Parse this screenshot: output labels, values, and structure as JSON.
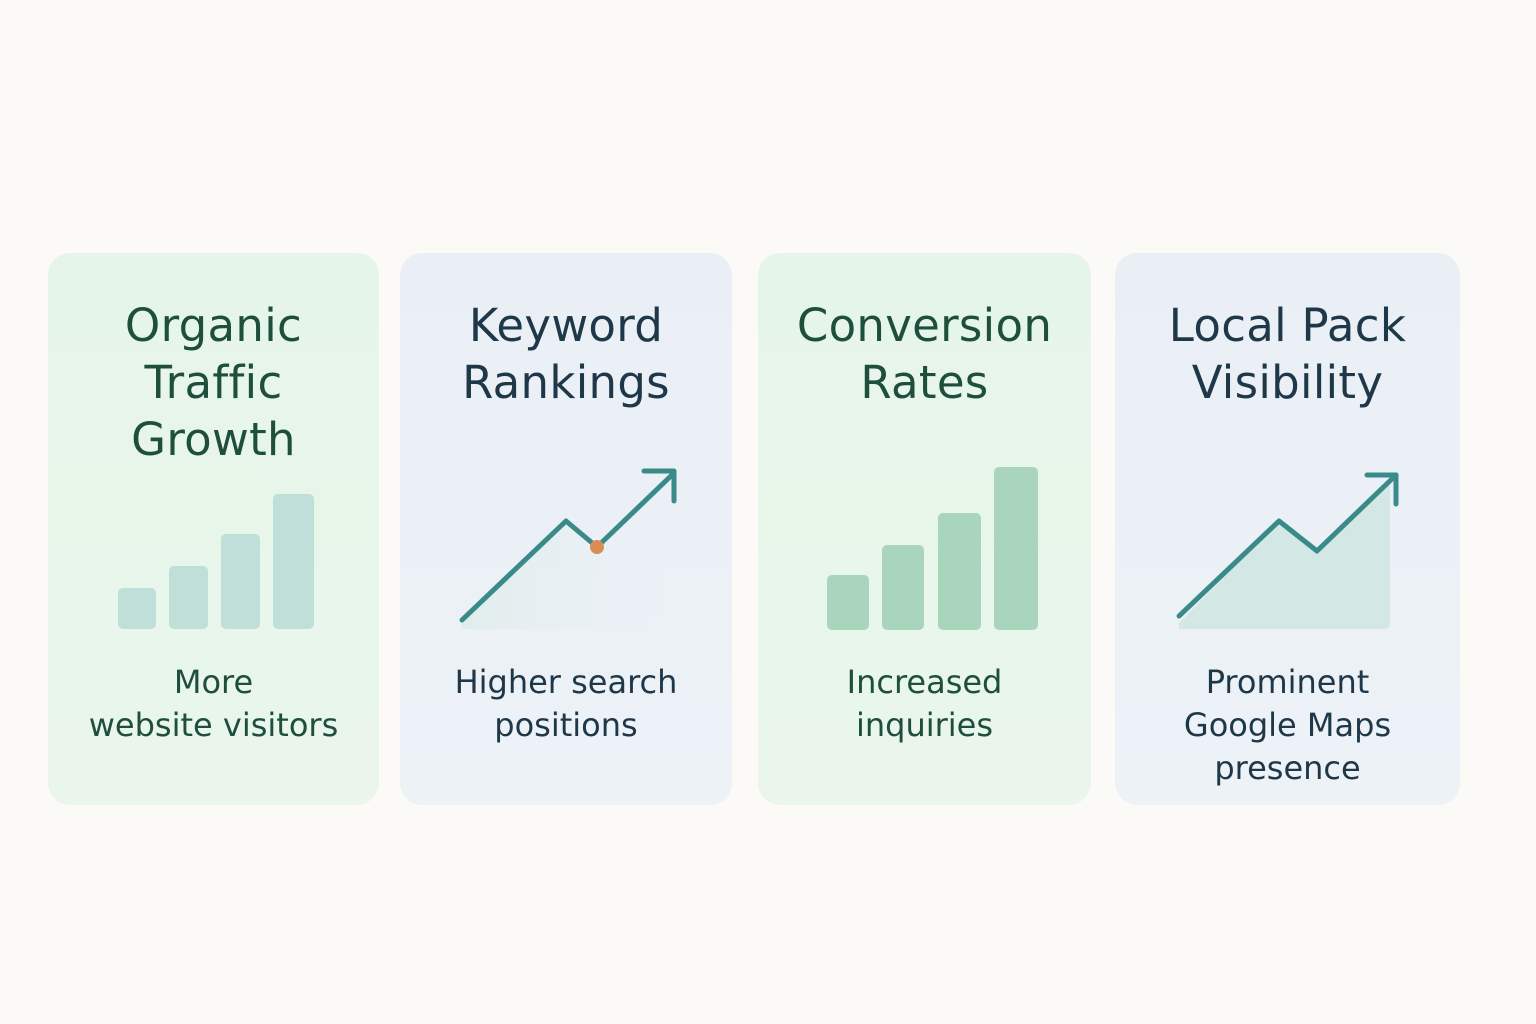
{
  "colors": {
    "page_bg": "#fcfaf6",
    "card_green_bg": "#e6f5e9",
    "card_blue_bg": "#e9eff5",
    "title_green": "#1e4f3d",
    "title_blue": "#1f3849",
    "line_teal": "#3a8a8a",
    "accent_orange": "#d98c54",
    "bar_teal_light": "#c2e0dc",
    "bar_green": "#a8d6bc",
    "area_fill": "#d3e9e6"
  },
  "cards": [
    {
      "title": "Organic\nTraffic\nGrowth",
      "subtitle": "More\nwebsite visitors",
      "icon": "bar-chart-icon",
      "bar_levels": [
        0.3,
        0.47,
        0.7,
        1.0
      ]
    },
    {
      "title": "Keyword\nRankings",
      "subtitle": "Higher search\npositions",
      "icon": "trend-arrow-icon"
    },
    {
      "title": "Conversion\nRates",
      "subtitle": "Increased\ninquiries",
      "icon": "bar-chart-icon",
      "bar_levels": [
        0.34,
        0.52,
        0.72,
        1.0
      ]
    },
    {
      "title": "Local Pack\nVisibility",
      "subtitle": "Prominent\nGoogle Maps\npresence",
      "icon": "area-trend-icon"
    }
  ]
}
